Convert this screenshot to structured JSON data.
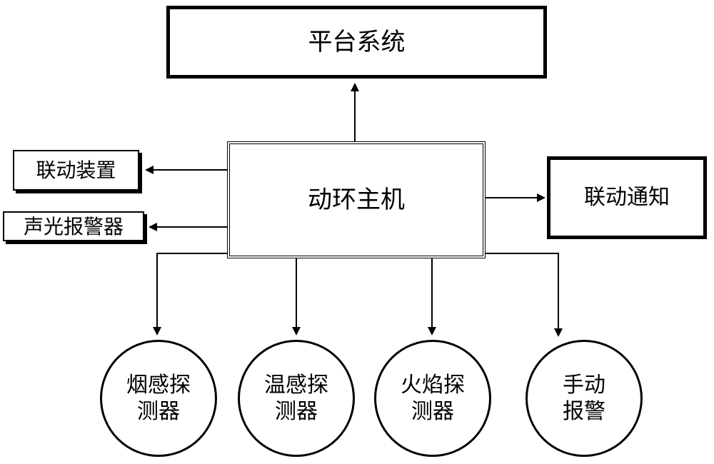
{
  "diagram": {
    "platform": "平台系统",
    "host": "动环主机",
    "linkage_notice": "联动通知",
    "linkage_device": "联动装置",
    "alarm": "声光报警器",
    "smoke": "烟感探\n测器",
    "temp": "温感探\n测器",
    "flame": "火焰探\n测器",
    "manual": "手动\n报警"
  },
  "colors": {
    "line": "#000000",
    "background": "#ffffff"
  }
}
